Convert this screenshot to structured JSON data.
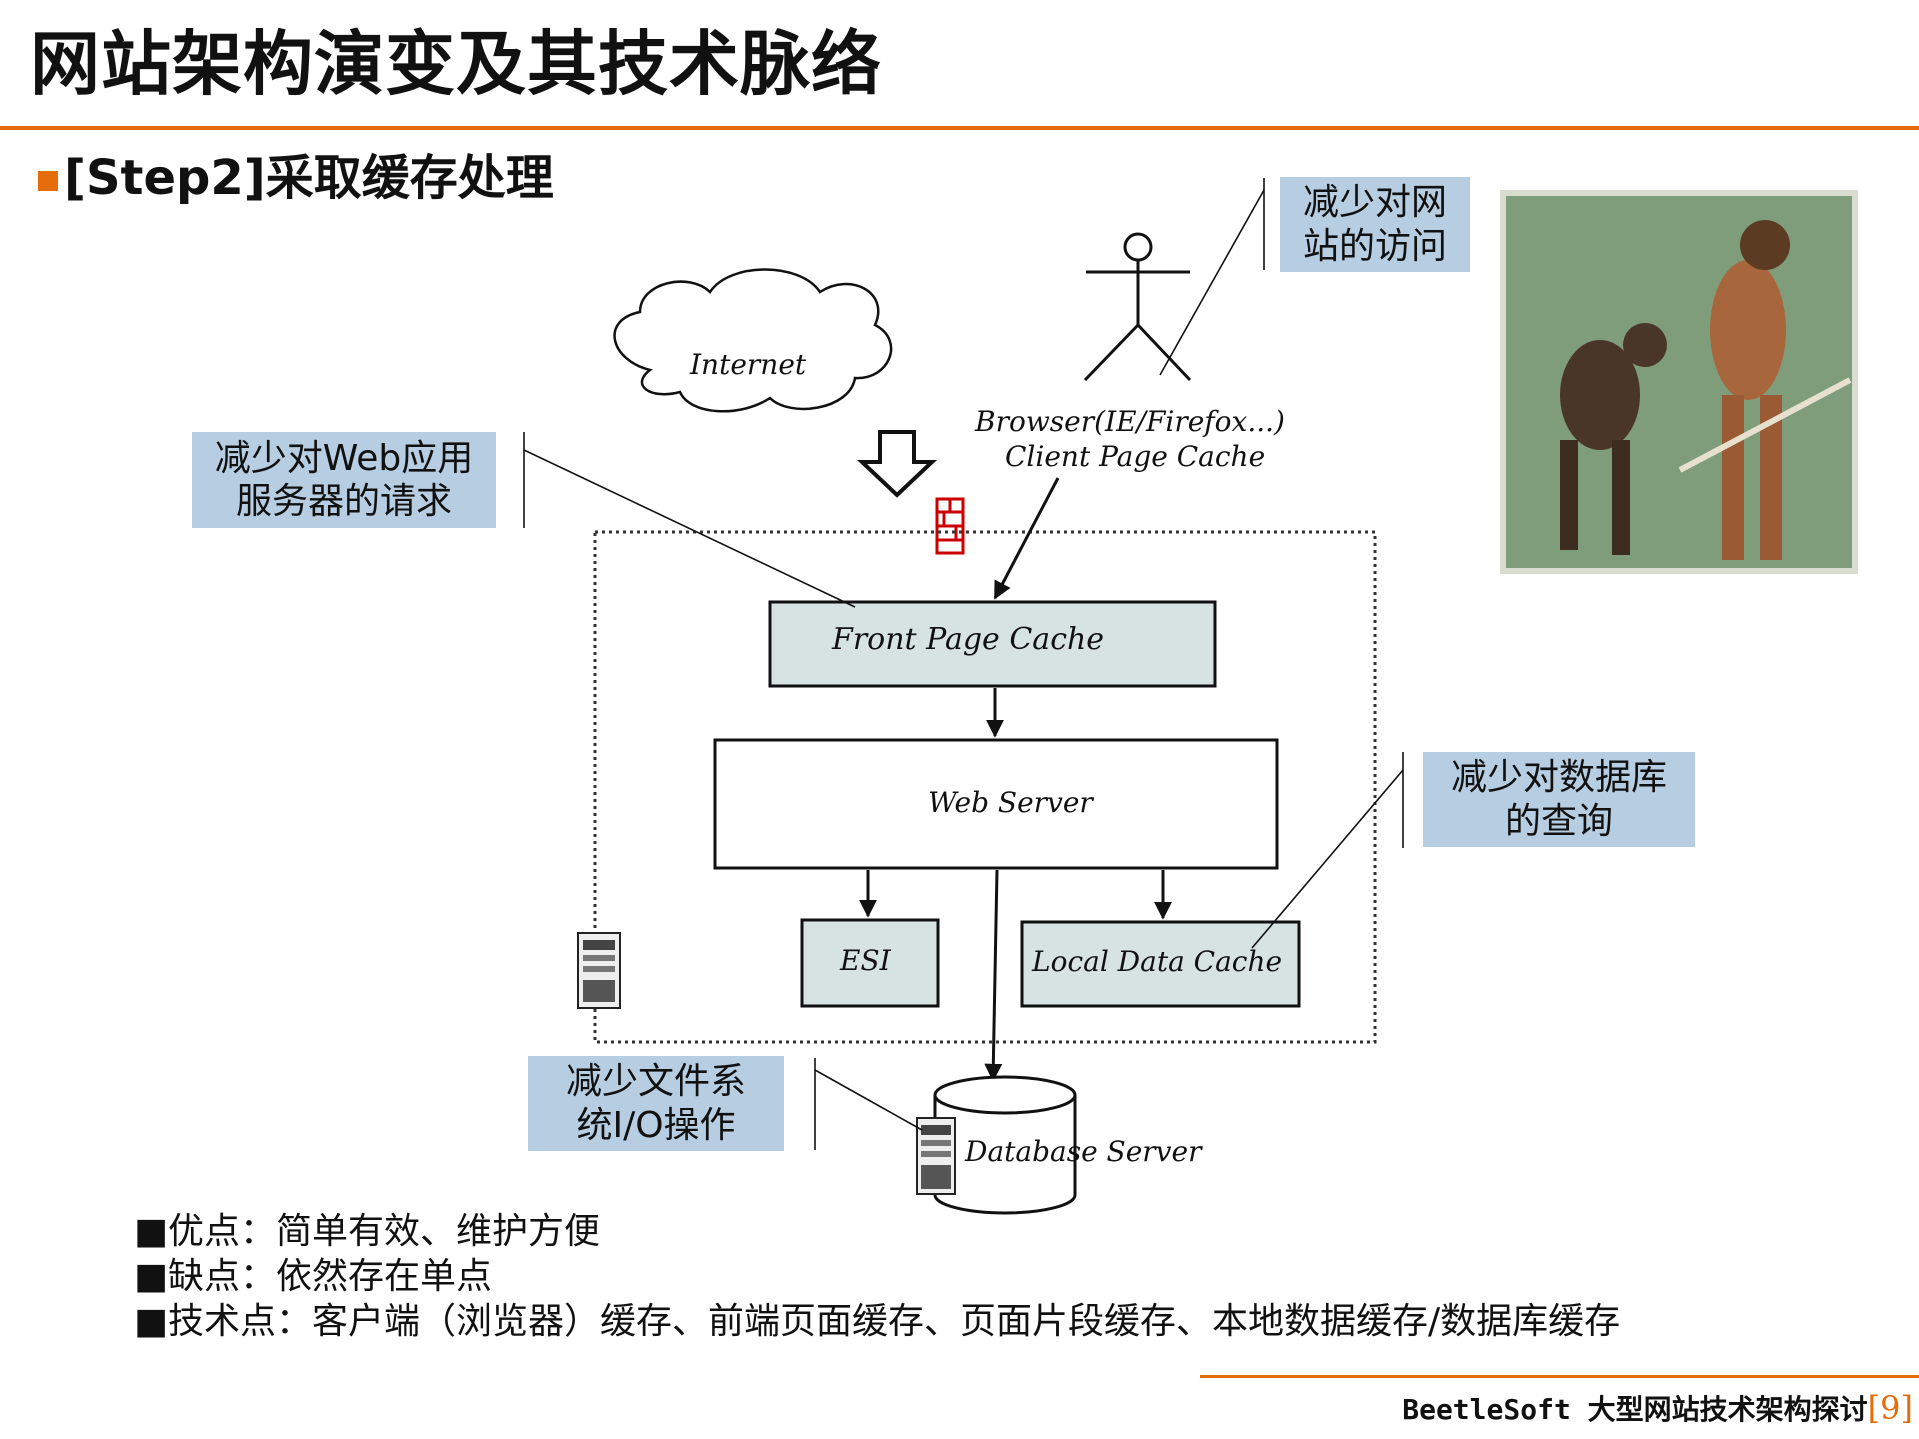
{
  "title": "网站架构演变及其技术脉络",
  "subtitle": "[Step2]采取缓存处理",
  "callouts": {
    "reduce_site_visit": [
      "减少对网",
      "站的访问"
    ],
    "reduce_web_requests": [
      "减少对Web应用",
      "服务器的请求"
    ],
    "reduce_db_queries": [
      "减少对数据库",
      "的查询"
    ],
    "reduce_fs_io": [
      "减少文件系",
      "统I/O操作"
    ]
  },
  "diagram": {
    "internet": "Internet",
    "browser_line1": "Browser(IE/Firefox...)",
    "browser_line2": "Client Page Cache",
    "front_page_cache": "Front Page Cache",
    "web_server": "Web Server",
    "esi": "ESI",
    "local_data_cache": "Local Data Cache",
    "database_server": "Database Server"
  },
  "notes": {
    "pros": "■优点：简单有效、维护方便",
    "cons": "■缺点：依然存在单点",
    "tech": "■技术点：客户端（浏览器）缓存、前端页面缓存、页面片段缓存、本地数据缓存/数据库缓存"
  },
  "footer": {
    "brand": "BeetleSoft 大型网站技术架构探讨",
    "page_number": "9"
  },
  "colors": {
    "accent": "#e46c0a",
    "callout_bg": "#b7cde1",
    "cache_box_bg": "#d6e3e0"
  }
}
